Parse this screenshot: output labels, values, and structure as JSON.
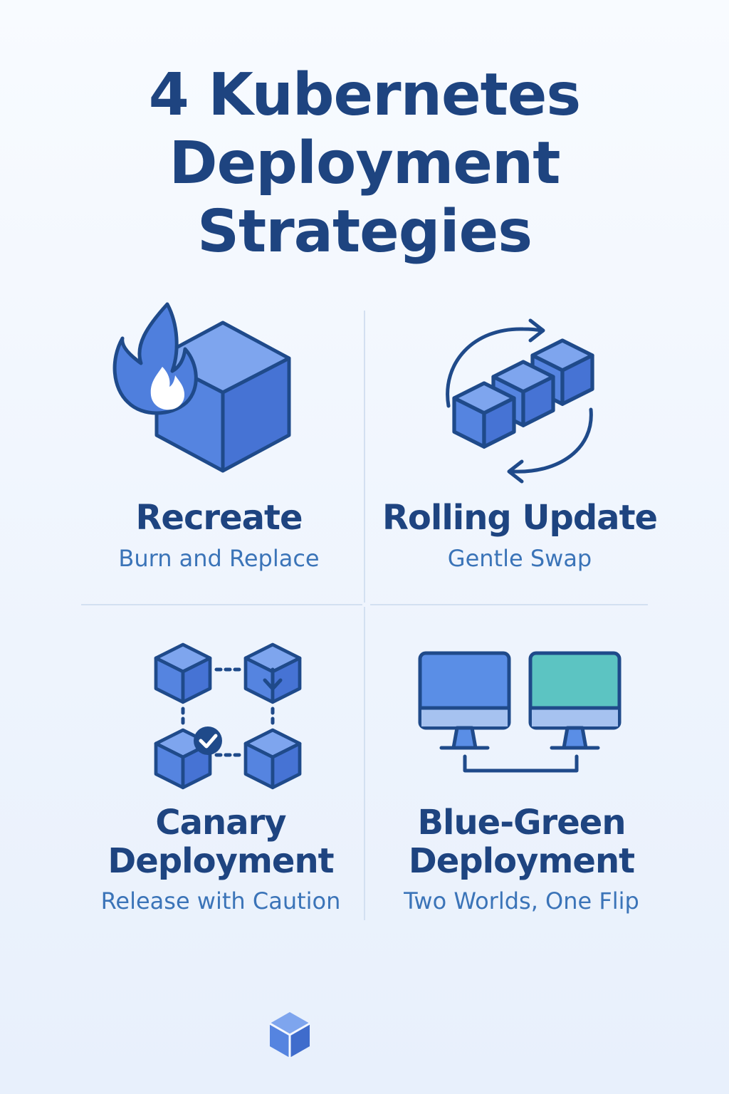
{
  "title": {
    "line1": "4 Kubernetes",
    "line2": "Deployment",
    "line3": "Strategies"
  },
  "strategies": [
    {
      "name": "Recreate",
      "tagline": "Burn and Replace",
      "icon": "flaming-cube-icon"
    },
    {
      "name": "Rolling Update",
      "tagline": "Gentle Swap",
      "icon": "rotating-cubes-icon"
    },
    {
      "name_line1": "Canary",
      "name_line2": "Deployment",
      "tagline": "Release with Caution",
      "icon": "canary-cubes-icon"
    },
    {
      "name_line1": "Blue-Green",
      "name_line2": "Deployment",
      "tagline": "Two Worlds, One Flip",
      "icon": "dual-monitors-icon"
    }
  ],
  "colors": {
    "heading": "#1e4480",
    "subtitle": "#3b74b8",
    "cube_fill": "#4f7fdd",
    "cube_outline": "#1f4a8a",
    "screen_blue": "#5a8ee6",
    "screen_green": "#5cc4c2"
  }
}
